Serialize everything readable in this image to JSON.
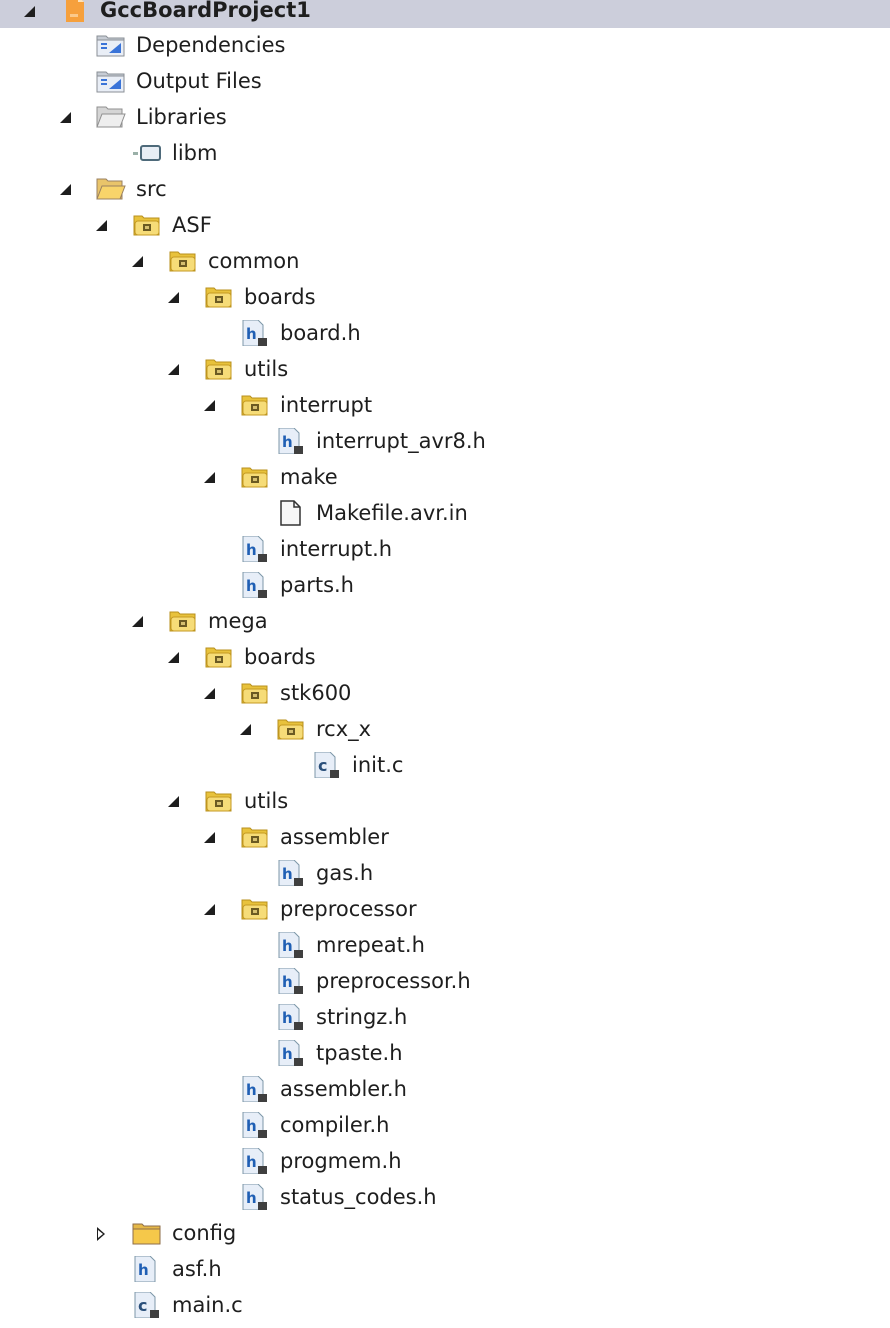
{
  "solution_explorer": {
    "selected_row": 0,
    "colors": {
      "selection": "#cccedb",
      "folder": "#e8c23c",
      "project_icon": "#f6a03c",
      "header_file_letter": "#1f5fb4"
    },
    "items": [
      {
        "label": "GccBoardProject1",
        "level": 0,
        "icon": "project-icon",
        "state": "expanded"
      },
      {
        "label": "Dependencies",
        "level": 1,
        "icon": "dependencies-folder-icon",
        "state": "none"
      },
      {
        "label": "Output Files",
        "level": 1,
        "icon": "output-files-folder-icon",
        "state": "none"
      },
      {
        "label": "Libraries",
        "level": 1,
        "icon": "libraries-folder-icon",
        "state": "expanded"
      },
      {
        "label": "libm",
        "level": 2,
        "icon": "library-reference-icon",
        "state": "none"
      },
      {
        "label": "src",
        "level": 1,
        "icon": "open-folder-icon",
        "state": "expanded"
      },
      {
        "label": "ASF",
        "level": 2,
        "icon": "linked-folder-icon",
        "state": "expanded"
      },
      {
        "label": "common",
        "level": 3,
        "icon": "linked-folder-icon",
        "state": "expanded"
      },
      {
        "label": "boards",
        "level": 4,
        "icon": "linked-folder-icon",
        "state": "expanded"
      },
      {
        "label": "board.h",
        "level": 5,
        "icon": "header-file-link-icon",
        "state": "none"
      },
      {
        "label": "utils",
        "level": 4,
        "icon": "linked-folder-icon",
        "state": "expanded"
      },
      {
        "label": "interrupt",
        "level": 5,
        "icon": "linked-folder-icon",
        "state": "expanded"
      },
      {
        "label": "interrupt_avr8.h",
        "level": 6,
        "icon": "header-file-link-icon",
        "state": "none"
      },
      {
        "label": "make",
        "level": 5,
        "icon": "linked-folder-icon",
        "state": "expanded"
      },
      {
        "label": "Makefile.avr.in",
        "level": 6,
        "icon": "generic-file-icon",
        "state": "none"
      },
      {
        "label": "interrupt.h",
        "level": 5,
        "icon": "header-file-link-icon",
        "state": "none"
      },
      {
        "label": "parts.h",
        "level": 5,
        "icon": "header-file-link-icon",
        "state": "none"
      },
      {
        "label": "mega",
        "level": 3,
        "icon": "linked-folder-icon",
        "state": "expanded"
      },
      {
        "label": "boards",
        "level": 4,
        "icon": "linked-folder-icon",
        "state": "expanded"
      },
      {
        "label": "stk600",
        "level": 5,
        "icon": "linked-folder-icon",
        "state": "expanded"
      },
      {
        "label": "rcx_x",
        "level": 6,
        "icon": "linked-folder-icon",
        "state": "expanded"
      },
      {
        "label": "init.c",
        "level": 7,
        "icon": "c-file-link-icon",
        "state": "none"
      },
      {
        "label": "utils",
        "level": 4,
        "icon": "linked-folder-icon",
        "state": "expanded"
      },
      {
        "label": "assembler",
        "level": 5,
        "icon": "linked-folder-icon",
        "state": "expanded"
      },
      {
        "label": "gas.h",
        "level": 6,
        "icon": "header-file-link-icon",
        "state": "none"
      },
      {
        "label": "preprocessor",
        "level": 5,
        "icon": "linked-folder-icon",
        "state": "expanded"
      },
      {
        "label": "mrepeat.h",
        "level": 6,
        "icon": "header-file-link-icon",
        "state": "none"
      },
      {
        "label": "preprocessor.h",
        "level": 6,
        "icon": "header-file-link-icon",
        "state": "none"
      },
      {
        "label": "stringz.h",
        "level": 6,
        "icon": "header-file-link-icon",
        "state": "none"
      },
      {
        "label": "tpaste.h",
        "level": 6,
        "icon": "header-file-link-icon",
        "state": "none"
      },
      {
        "label": "assembler.h",
        "level": 5,
        "icon": "header-file-link-icon",
        "state": "none"
      },
      {
        "label": "compiler.h",
        "level": 5,
        "icon": "header-file-link-icon",
        "state": "none"
      },
      {
        "label": "progmem.h",
        "level": 5,
        "icon": "header-file-link-icon",
        "state": "none"
      },
      {
        "label": "status_codes.h",
        "level": 5,
        "icon": "header-file-link-icon",
        "state": "none"
      },
      {
        "label": "config",
        "level": 2,
        "icon": "closed-folder-icon",
        "state": "collapsed"
      },
      {
        "label": "asf.h",
        "level": 2,
        "icon": "header-file-icon",
        "state": "none"
      },
      {
        "label": "main.c",
        "level": 2,
        "icon": "c-file-link-icon",
        "state": "none"
      }
    ]
  }
}
